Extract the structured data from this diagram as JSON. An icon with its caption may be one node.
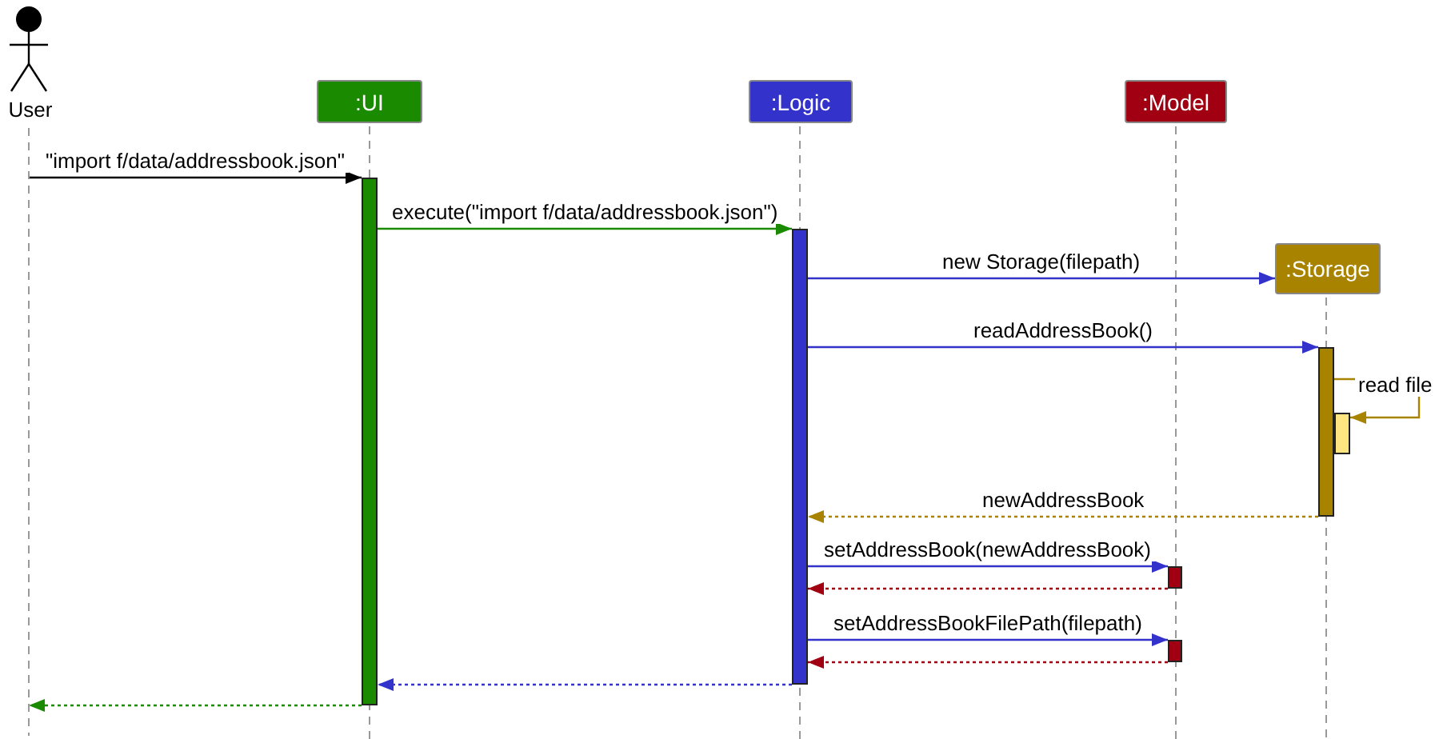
{
  "diagram": {
    "nodes": [
      {
        "text": [
          "User"
        ]
      },
      {
        "text": [
          ":UI"
        ]
      },
      {
        "text": [
          ":Logic"
        ]
      },
      {
        "text": [
          ":Model"
        ]
      },
      {
        "text": [
          ":Storage"
        ]
      },
      {
        "text": [],
        "shape": "bar"
      },
      {
        "text": [],
        "shape": "bar"
      },
      {
        "text": [],
        "shape": "bar"
      },
      {
        "text": [],
        "shape": "bar"
      },
      {
        "text": [],
        "shape": "bar"
      },
      {
        "text": [],
        "shape": "bar"
      }
    ],
    "edges": [
      {
        "from": 0,
        "to": 5,
        "arrow": "to",
        "label": "\"import f/data/addressbook.json\"",
        "color": "#000000"
      },
      {
        "from": 5,
        "to": 6,
        "arrow": "to",
        "label": "execute(\"import f/data/addressbook.json\")",
        "color": "#1a8a00"
      },
      {
        "from": 6,
        "to": 4,
        "arrow": "to",
        "label": "new Storage(filepath)"
      },
      {
        "from": 6,
        "to": 7,
        "arrow": "to",
        "label": "readAddressBook()"
      },
      {
        "from": 7,
        "to": 8,
        "arrow": "to",
        "label": "read file",
        "color": "#a88300"
      },
      {
        "from": 7,
        "to": 6,
        "arrow": "to",
        "label": "newAddressBook",
        "style": "dashed",
        "color": "#a88300"
      },
      {
        "from": 6,
        "to": 9,
        "arrow": "to",
        "label": "setAddressBook(newAddressBook)"
      },
      {
        "from": 9,
        "to": 6,
        "arrow": "to",
        "style": "dashed",
        "color": "#a00012"
      },
      {
        "from": 6,
        "to": 10,
        "arrow": "to",
        "label": "setAddressBookFilePath(filepath)"
      },
      {
        "from": 10,
        "to": 6,
        "arrow": "to",
        "style": "dashed",
        "color": "#a00012"
      },
      {
        "from": 6,
        "to": 5,
        "arrow": "to",
        "style": "dashed"
      },
      {
        "from": 5,
        "to": 0,
        "arrow": "to",
        "style": "dashed",
        "color": "#1a8a00"
      }
    ]
  }
}
